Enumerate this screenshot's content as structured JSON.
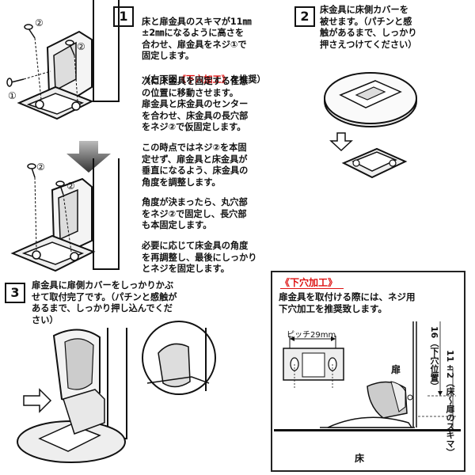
{
  "step1": {
    "number": "1",
    "para1_a": "床と扉金具のスキマが11㎜\n±2㎜になるように高さを\n合わせ、扉金具をネジ①で\n固定します。",
    "para1_b_open": "（右下図",
    "para1_b_red": "《下穴加工》",
    "para1_b_close": "を推奨）",
    "para2": "次に床金具を固定する任意\nの位置に移動させます。\n扉金具と床金具のセンター\nを合わせ、床金具の長穴部\nをネジ②で仮固定します。",
    "para3": "この時点ではネジ②を本固\n定せず、扉金具と床金具が\n垂直になるよう、床金具の\n角度を調整します。",
    "para4": "角度が決まったら、丸穴部\nをネジ②で固定し、長穴部\nも本固定します。",
    "para5": "必要に応じて床金具の角度\nを再調整し、最後にしっかり\nとネジを固定します。",
    "marker_1": "①",
    "marker_2": "②"
  },
  "step2": {
    "number": "2",
    "text": "床金具に床側カバーを\n被せます。（パチンと感\n触があるまで、しっかり\n押さえつけてください）"
  },
  "step3": {
    "number": "3",
    "text": "扉金具に扉側カバーをしっかりかぶ\nせて取付完了です。（パチンと感触が\nあるまで、しっかり押し込んでくだ\nさい）"
  },
  "drill_panel": {
    "title": "《下穴加工》",
    "desc": "扉金具を取付ける際には、ネジ用\n下穴加工を推奨致します。",
    "pitch": "ピッチ29mm",
    "door": "扉",
    "floor": "床",
    "dim_16": "16（下穴位置）",
    "dim_11": "11±2（床〜扉のスキマ）"
  },
  "colors": {
    "accent_red": "#d11111",
    "ink": "#111111"
  }
}
